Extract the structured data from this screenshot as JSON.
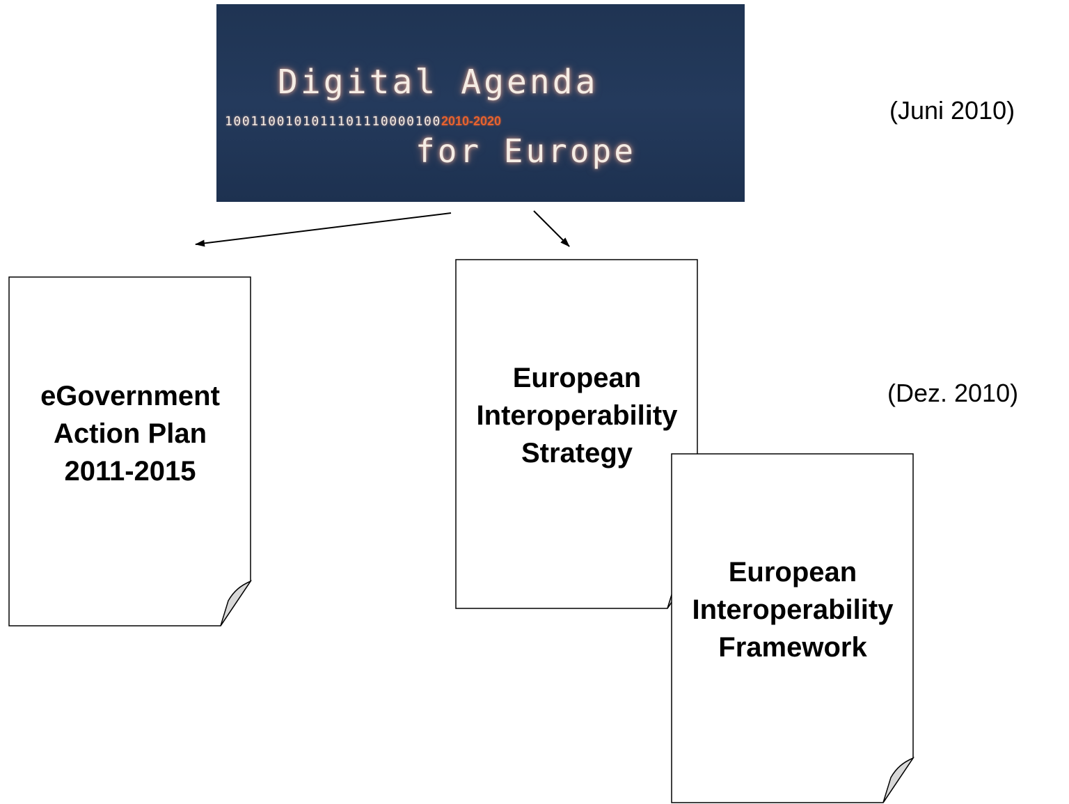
{
  "banner": {
    "title": "Digital Agenda",
    "binary": "1001100101011101110000100",
    "years": "2010-2020",
    "subtitle": "for Europe"
  },
  "dates": {
    "juni": "(Juni 2010)",
    "dez": "(Dez. 2010)"
  },
  "documents": {
    "action_plan": {
      "line1": "eGovernment",
      "line2": "Action Plan",
      "line3": "2011-2015"
    },
    "strategy": {
      "line1": "European",
      "line2": "Interoperability",
      "line3": "Strategy"
    },
    "framework": {
      "line1": "European",
      "line2": "Interoperability",
      "line3": "Framework"
    }
  },
  "colors": {
    "banner_background": "#243a5c",
    "banner_text": "#f4ece4",
    "banner_years": "#e8622e",
    "document_stroke": "#000000"
  }
}
